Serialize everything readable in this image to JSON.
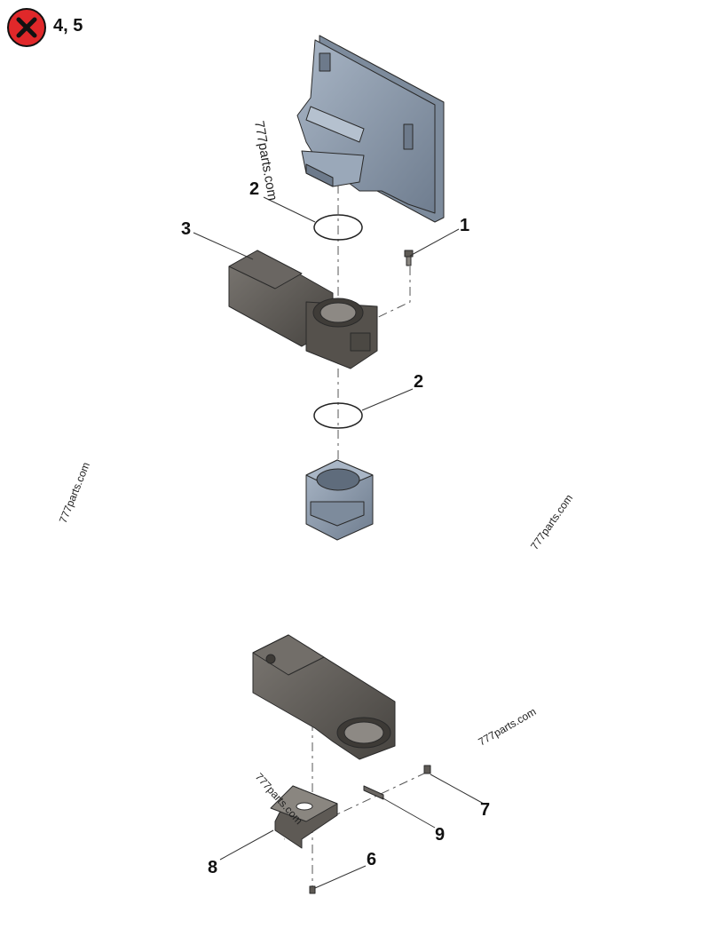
{
  "header": {
    "badge_icon": "x-circle-icon",
    "badge_color": "#e0282a",
    "excluded_items": "4, 5"
  },
  "callouts": [
    "1",
    "2",
    "3",
    "2",
    "6",
    "7",
    "8",
    "9"
  ],
  "watermark": "777parts.com",
  "colors": {
    "housing_blue": "#8e9db0",
    "body_dark": "#5e5a55"
  }
}
